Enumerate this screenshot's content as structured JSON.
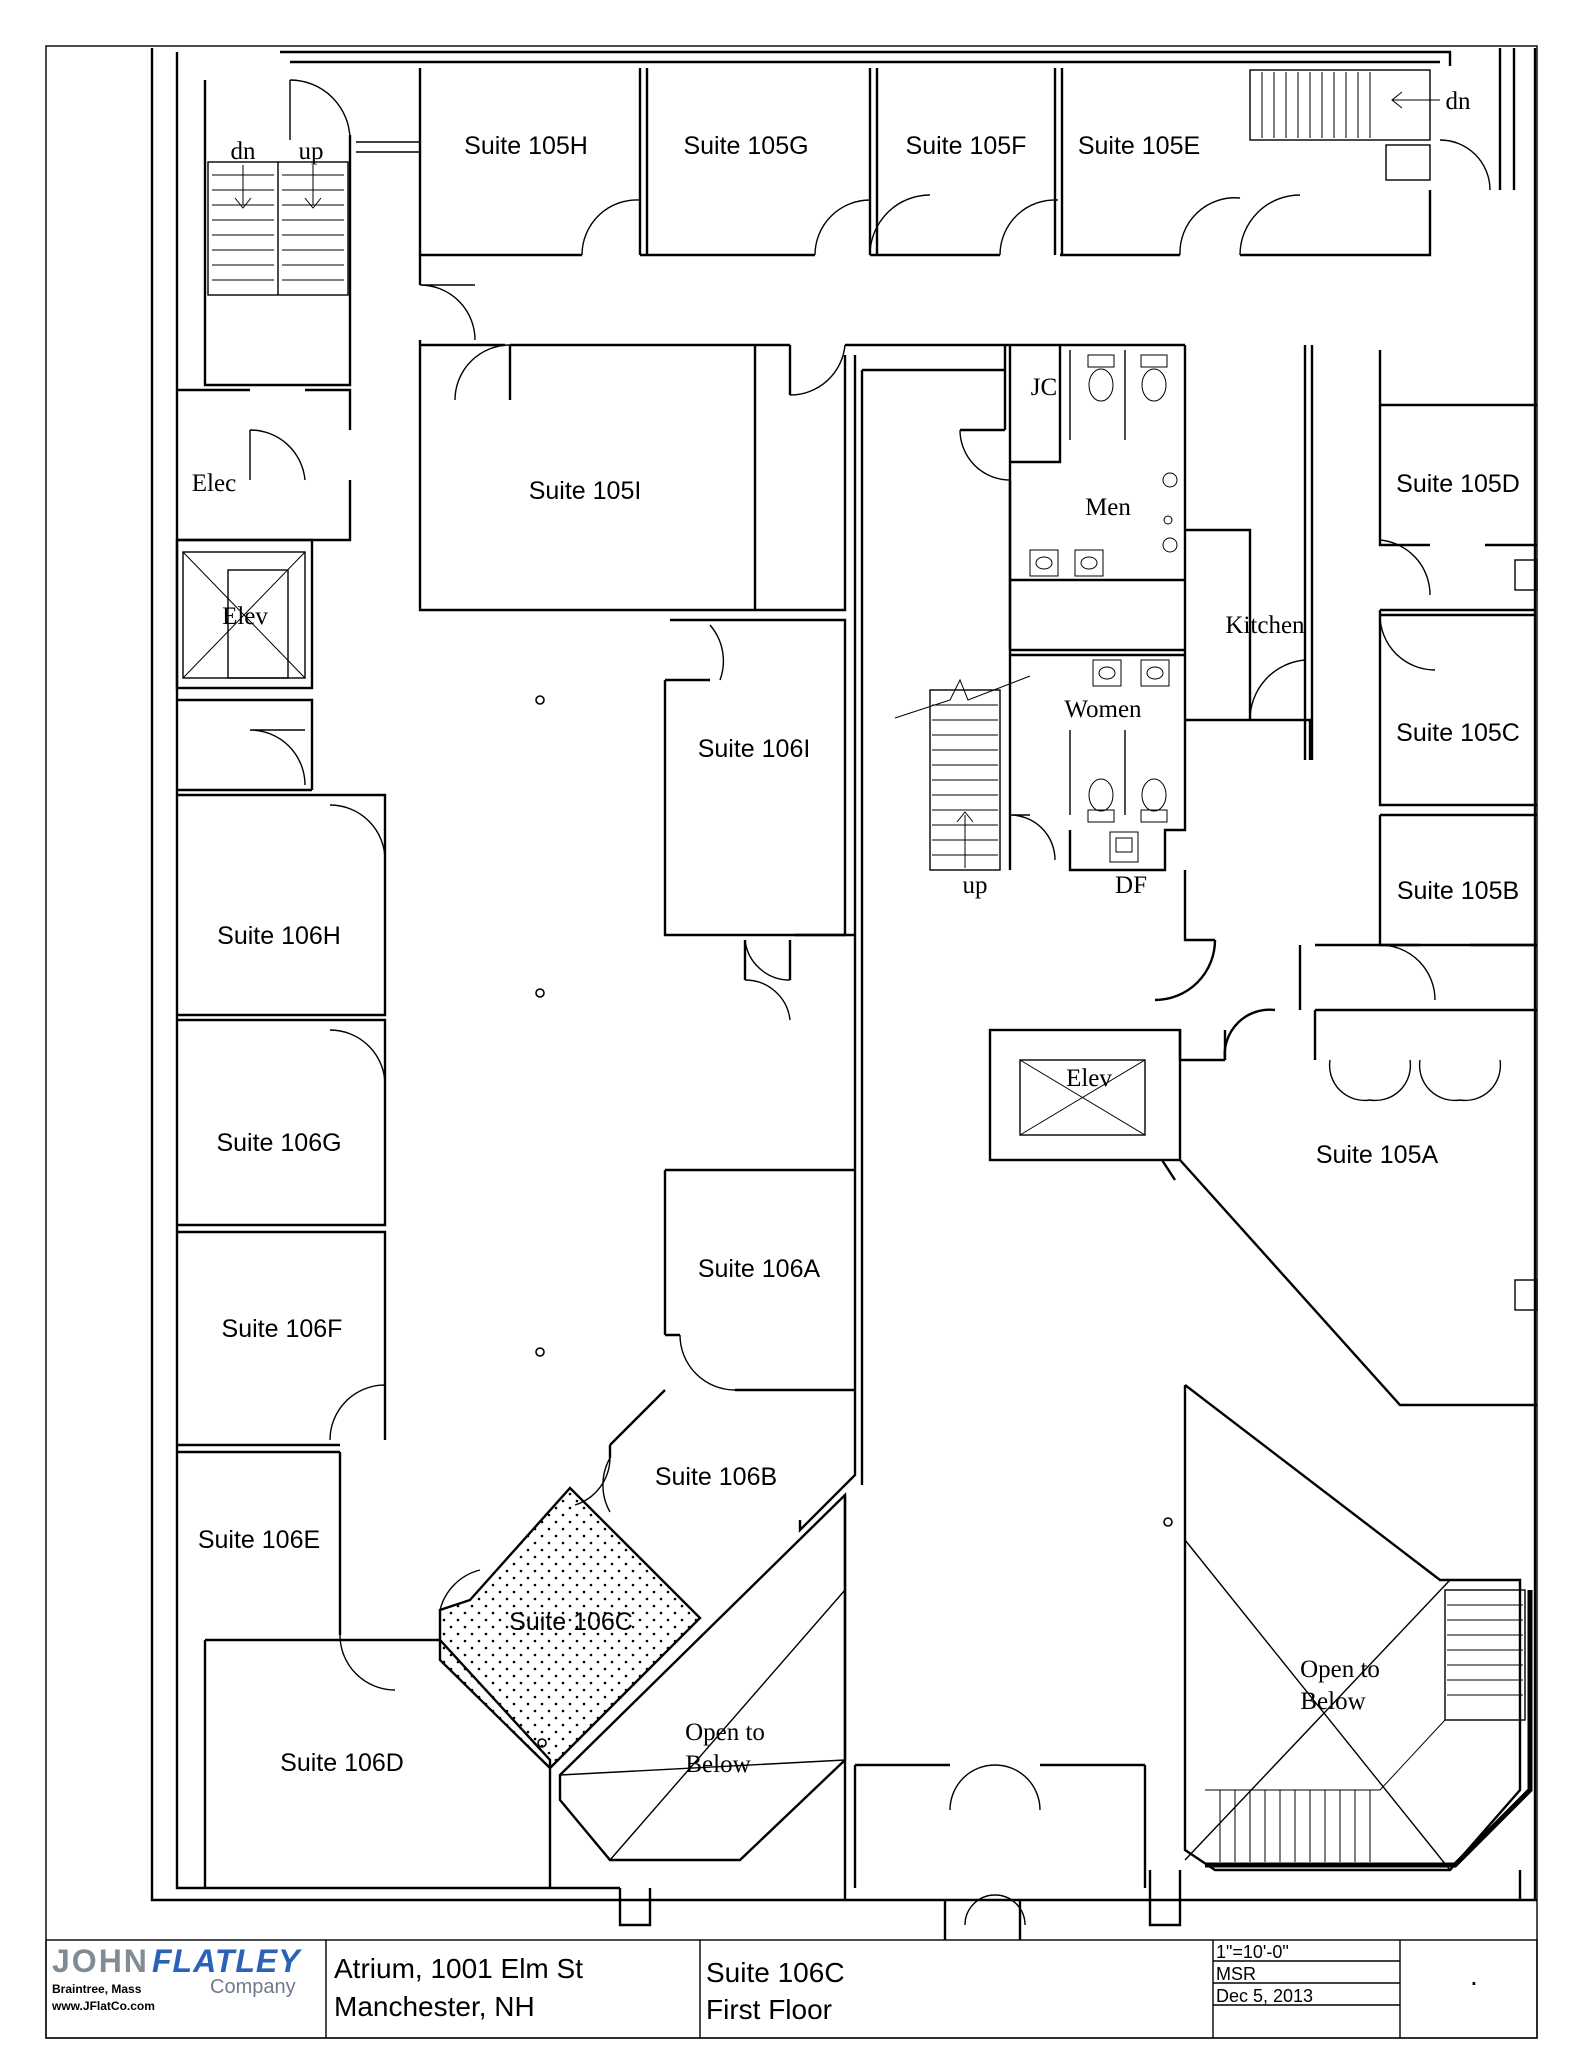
{
  "plan": {
    "rooms": {
      "suite_105h": "Suite 105H",
      "suite_105g": "Suite 105G",
      "suite_105f": "Suite 105F",
      "suite_105e": "Suite 105E",
      "suite_105d": "Suite 105D",
      "suite_105c": "Suite 105C",
      "suite_105b": "Suite 105B",
      "suite_105a": "Suite 105A",
      "suite_105i": "Suite 105I",
      "suite_106i": "Suite 106I",
      "suite_106h": "Suite 106H",
      "suite_106g": "Suite 106G",
      "suite_106f": "Suite 106F",
      "suite_106e": "Suite 106E",
      "suite_106d": "Suite 106D",
      "suite_106a": "Suite 106A",
      "suite_106b": "Suite 106B",
      "suite_106c": "Suite 106C"
    },
    "service": {
      "elec": "Elec",
      "elev_left": "Elev",
      "elev_center": "Elev",
      "jc": "JC",
      "men": "Men",
      "women": "Women",
      "kitchen": "Kitchen",
      "df": "DF",
      "open_below_left_1": "Open to",
      "open_below_left_2": "Below",
      "open_below_right_1": "Open to",
      "open_below_right_2": "Below"
    },
    "stairs": {
      "nw_dn": "dn",
      "nw_up": "up",
      "ne_dn": "dn",
      "center_up": "up"
    }
  },
  "title_block": {
    "logo_john": "JOHN",
    "logo_flatley": "FLATLEY",
    "logo_company": "Company",
    "logo_city": "Braintree, Mass",
    "logo_web": "www.JFlatCo.com",
    "building_line1": "Atrium, 1001 Elm St",
    "building_line2": "Manchester, NH",
    "suite_line1": "Suite 106C",
    "suite_line2": "First Floor",
    "scale": "1\"=10'-0\"",
    "drawn_by": "MSR",
    "date": "Dec 5, 2013",
    "sheet_mark": "."
  }
}
